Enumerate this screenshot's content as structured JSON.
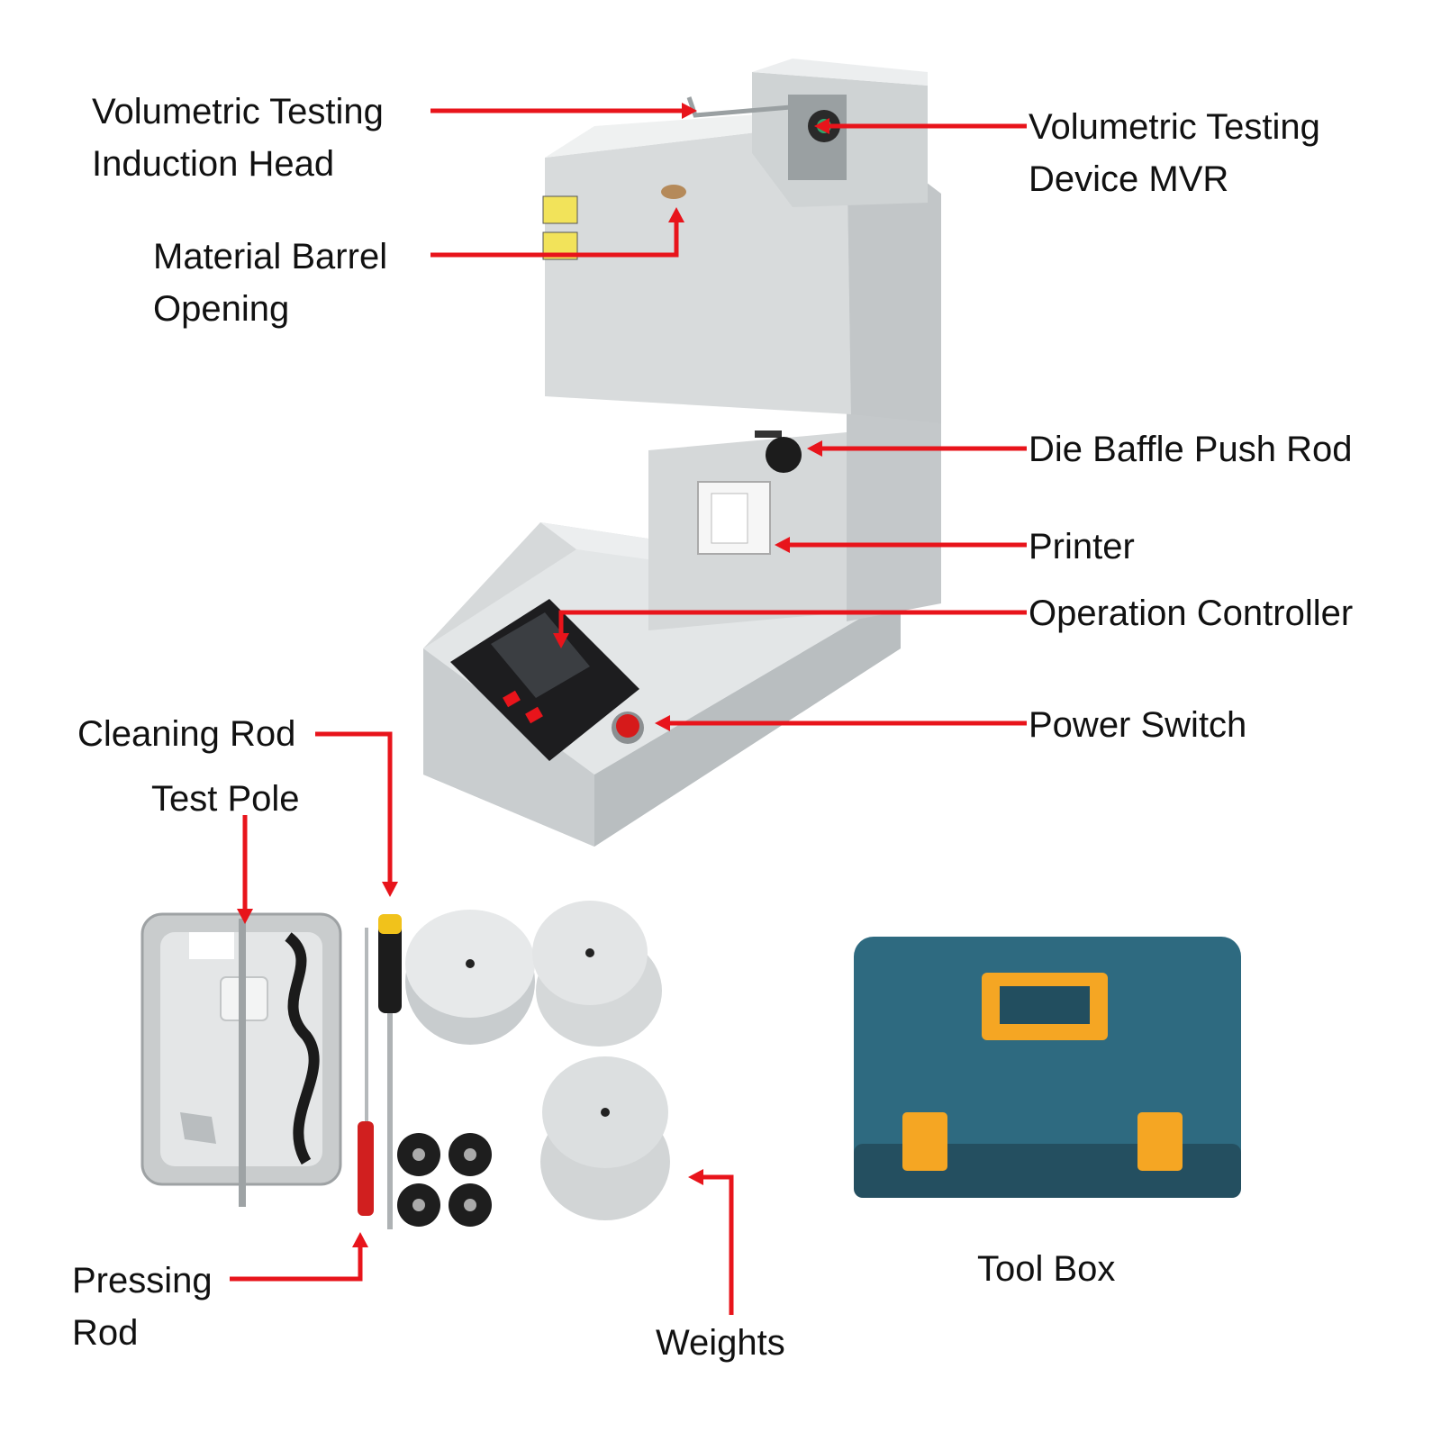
{
  "colors": {
    "callout": "#e8141b",
    "machine": "#dfe2e3",
    "machine_dark": "#b9bec0",
    "toolbox": "#2e6a80",
    "latch": "#f5a623"
  },
  "labels": {
    "induction_head": {
      "line1": "Volumetric Testing",
      "line2": "Induction Head"
    },
    "mvr_device": {
      "line1": "Volumetric Testing",
      "line2": "Device MVR"
    },
    "barrel_opening": {
      "line1": "Material Barrel",
      "line2": "Opening"
    },
    "push_rod": "Die Baffle Push Rod",
    "printer": "Printer",
    "controller": "Operation Controller",
    "power_switch": "Power Switch",
    "cleaning_rod": "Cleaning Rod",
    "test_pole": "Test Pole",
    "pressing_rod": {
      "line1": "Pressing",
      "line2": "Rod"
    },
    "weights": "Weights",
    "tool_box": "Tool Box"
  },
  "icons": [
    "mvr-machine",
    "stainless-tray",
    "screwdriver",
    "weights",
    "tool-box"
  ]
}
